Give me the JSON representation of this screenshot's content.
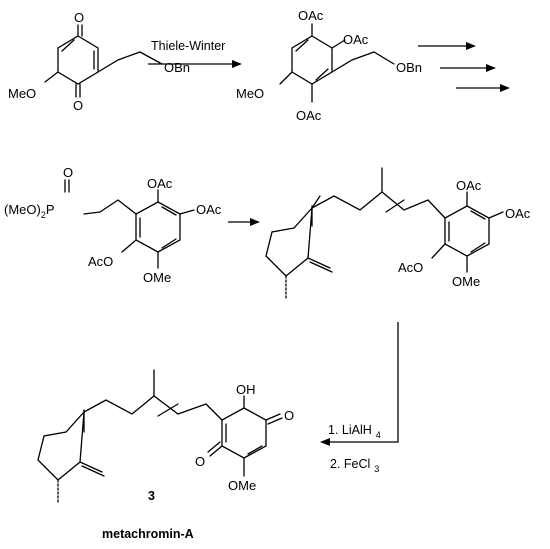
{
  "structures": {
    "s1": {
      "o_top": "O",
      "o_bottom": "O",
      "meo": "MeO",
      "obn": "OBn"
    },
    "s2": {
      "oac_1": "OAc",
      "oac_2": "OAc",
      "oac_3": "OAc",
      "meo": "MeO",
      "obn": "OBn"
    },
    "s3": {
      "o_double": "O",
      "meo2": "(MeO)",
      "meo2_sub": "2",
      "p": "P",
      "oac_1": "OAc",
      "oac_2": "OAc",
      "aco": "AcO",
      "ome": "OMe"
    },
    "s4": {
      "oac_1": "OAc",
      "oac_2": "OAc",
      "aco": "AcO",
      "ome": "OMe"
    },
    "s5": {
      "oh": "OH",
      "o_right": "O",
      "o_left": "O",
      "ome": "OMe"
    }
  },
  "reactions": {
    "step1": {
      "reagent": "Thiele-Winter"
    },
    "step_final": {
      "line1": "1. LiAlH",
      "line1_sub": "4",
      "line2": "2. FeCl",
      "line2_sub": "3"
    }
  },
  "compound": {
    "number": "3",
    "name": "metachromin-A"
  }
}
